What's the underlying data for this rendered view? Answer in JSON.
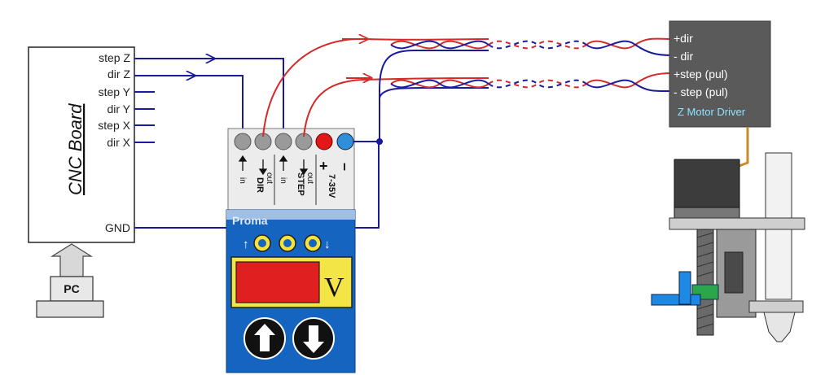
{
  "cnc_board": {
    "title": "CNC Board",
    "pins": [
      "step Z",
      "dir Z",
      "step Y",
      "dir Y",
      "step X",
      "dir X"
    ],
    "gnd": "GND"
  },
  "pc": {
    "label": "PC"
  },
  "converter": {
    "terminals": {
      "dir_label": "DIR",
      "step_label": "STEP",
      "in_label": "in",
      "out_label": "out",
      "plus_label": "+",
      "minus_label": "–",
      "voltage_label": "7-35V"
    },
    "brand": "Proma",
    "display_unit": "V"
  },
  "driver": {
    "inputs": [
      "+dir",
      "- dir",
      "+step (pul)",
      "- step (pul)"
    ],
    "title": "Z Motor Driver"
  },
  "colors": {
    "wire_blue": "#1a1aa0",
    "wire_red": "#d42a2a",
    "driver_bg": "#5a5a5a",
    "module_blue": "#1565c0",
    "lcd_red": "#e02020"
  }
}
